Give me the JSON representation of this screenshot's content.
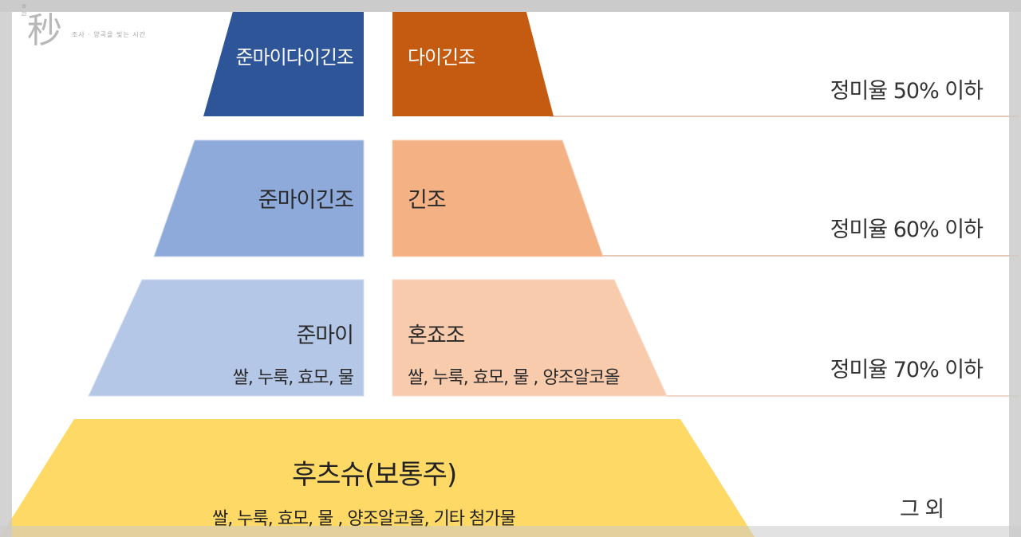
{
  "logo": {
    "mark": "秒",
    "side_text": "ㅎㄹ",
    "tagline": "조사 · 양곡을 빚는 시간"
  },
  "pyramid": {
    "tier1": {
      "left": "준마이다이긴조",
      "right": "다이긴조",
      "ratio": "정미율 50% 이하"
    },
    "tier2": {
      "left": "준마이긴조",
      "right": "긴조",
      "ratio": "정미율 60% 이하"
    },
    "tier3": {
      "left": "준마이",
      "left_ingredients": "쌀, 누룩, 효모,  물",
      "right": "혼죠조",
      "right_ingredients": "쌀, 누룩, 효모, 물 , 양조알코올",
      "ratio": "정미율 70% 이하"
    },
    "tier4": {
      "title": "후츠슈(보통주)",
      "ingredients": "쌀, 누룩, 효모, 물 , 양조알코올, 기타 첨가물",
      "ratio": "그 외"
    }
  },
  "colors": {
    "tier1_left": "#2e5597",
    "tier1_right": "#c55a11",
    "tier2_left": "#8eaadb",
    "tier2_right": "#f4b183",
    "tier3_left": "#b4c7e7",
    "tier3_right": "#f8cbad",
    "tier4": "#ffd966",
    "divider": "#c9967a"
  }
}
